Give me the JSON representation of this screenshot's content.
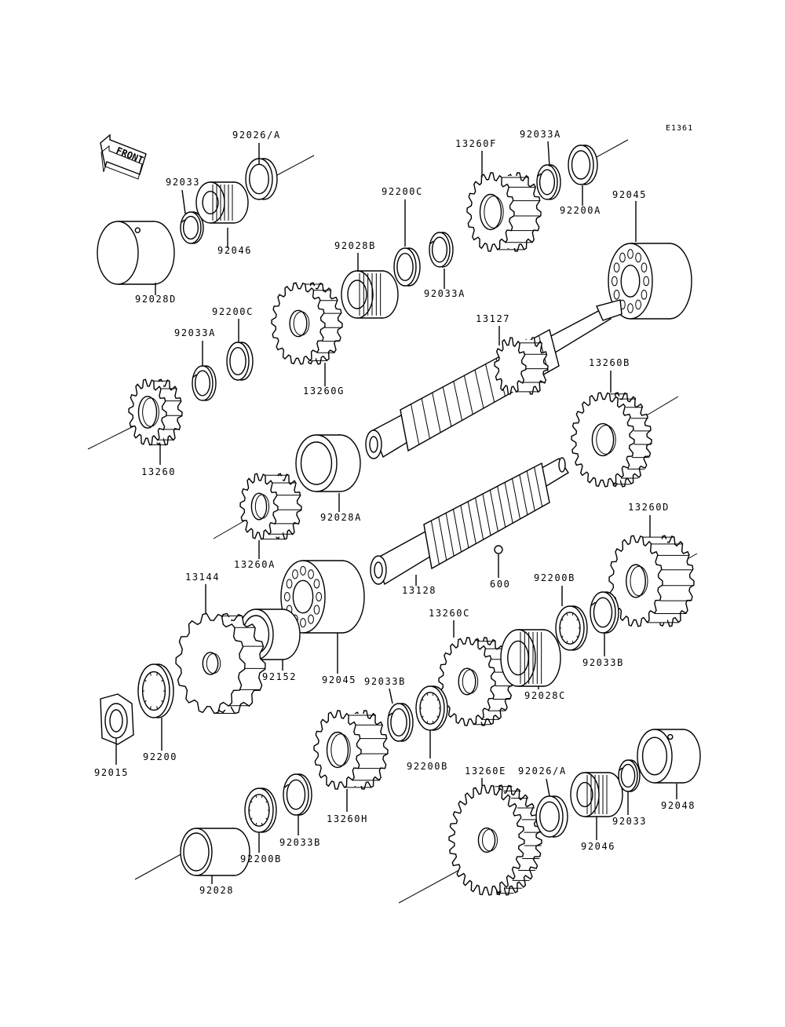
{
  "diagram": {
    "code": "E1361",
    "front_label": "FRONT",
    "labels": [
      {
        "id": "92026-A-top",
        "text": "92026/A"
      },
      {
        "id": "92033-top",
        "text": "92033"
      },
      {
        "id": "92046-top",
        "text": "92046"
      },
      {
        "id": "92028D",
        "text": "92028D"
      },
      {
        "id": "13260F",
        "text": "13260F"
      },
      {
        "id": "92033A-top",
        "text": "92033A"
      },
      {
        "id": "92200A",
        "text": "92200A"
      },
      {
        "id": "92045-top",
        "text": "92045"
      },
      {
        "id": "92200C-upper",
        "text": "92200C"
      },
      {
        "id": "92028B",
        "text": "92028B"
      },
      {
        "id": "92033A-mid",
        "text": "92033A"
      },
      {
        "id": "13127",
        "text": "13127"
      },
      {
        "id": "92200C-left",
        "text": "92200C"
      },
      {
        "id": "92033A-left",
        "text": "92033A"
      },
      {
        "id": "13260G",
        "text": "13260G"
      },
      {
        "id": "13260B",
        "text": "13260B"
      },
      {
        "id": "13260",
        "text": "13260"
      },
      {
        "id": "92028A",
        "text": "92028A"
      },
      {
        "id": "13260A",
        "text": "13260A"
      },
      {
        "id": "13260D",
        "text": "13260D"
      },
      {
        "id": "13128",
        "text": "13128"
      },
      {
        "id": "600",
        "text": "600"
      },
      {
        "id": "13144",
        "text": "13144"
      },
      {
        "id": "92200B-right",
        "text": "92200B"
      },
      {
        "id": "13260C",
        "text": "13260C"
      },
      {
        "id": "92045-low",
        "text": "92045"
      },
      {
        "id": "92152",
        "text": "92152"
      },
      {
        "id": "92033B-right",
        "text": "92033B"
      },
      {
        "id": "92028C",
        "text": "92028C"
      },
      {
        "id": "92033B-mid",
        "text": "92033B"
      },
      {
        "id": "92200B-mid",
        "text": "92200B"
      },
      {
        "id": "92015",
        "text": "92015"
      },
      {
        "id": "92200",
        "text": "92200"
      },
      {
        "id": "13260E",
        "text": "13260E"
      },
      {
        "id": "92026-A-bottom",
        "text": "92026/A"
      },
      {
        "id": "13260H",
        "text": "13260H"
      },
      {
        "id": "92033B-low",
        "text": "92033B"
      },
      {
        "id": "92200B-low",
        "text": "92200B"
      },
      {
        "id": "92048",
        "text": "92048"
      },
      {
        "id": "92033-bottom",
        "text": "92033"
      },
      {
        "id": "92046-bottom",
        "text": "92046"
      },
      {
        "id": "92028",
        "text": "92028"
      }
    ]
  }
}
